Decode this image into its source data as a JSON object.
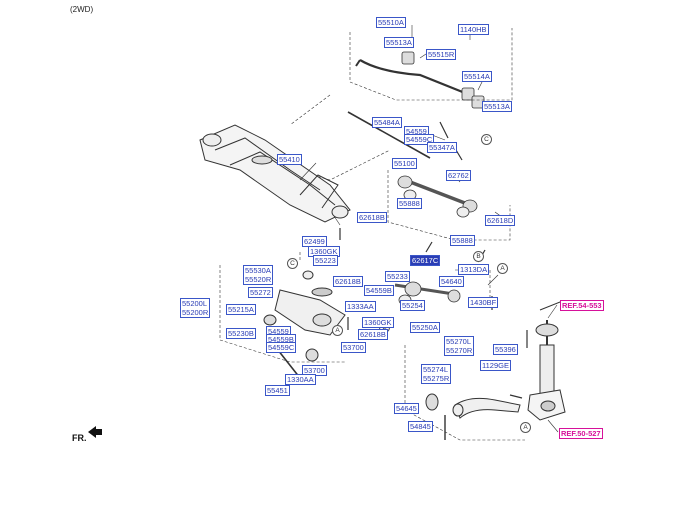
{
  "header": {
    "variant": "(2WD)"
  },
  "front_marker": {
    "label": "FR."
  },
  "references": {
    "ref_a": "REF.54-553",
    "ref_b": "REF.50-527"
  },
  "circle_marks": {
    "a": "A",
    "b": "B",
    "c": "C"
  },
  "parts": {
    "p55510A": "55510A",
    "p1140HB": "1140HB",
    "p55513A_1": "55513A",
    "p55515R": "55515R",
    "p55514A": "55514A",
    "p55513A_2": "55513A",
    "p55484A": "55484A",
    "p54559": "54559",
    "p54559C": "54559C",
    "p55347A": "55347A",
    "p55410": "55410",
    "p55100": "55100",
    "p62762": "62762",
    "p55888_1": "55888",
    "p62618B_1": "62618B",
    "p62618D": "62618D",
    "p55888_2": "55888",
    "p62499": "62499",
    "p1360GK_1": "1360GK",
    "p55223": "55223",
    "p62617C": "62617C",
    "p1313DA": "1313DA",
    "p55233": "55233",
    "p54640": "54640",
    "p62618B_2": "62618B",
    "p55530A": "55530A",
    "p55520R": "55520R",
    "p55272": "55272",
    "p54559B": "54559B",
    "p1430BF": "1430BF",
    "p55200L": "55200L",
    "p55200R": "55200R",
    "p55215A": "55215A",
    "p1333AA": "1333AA",
    "p55254": "55254",
    "p1360GK_2": "1360GK",
    "p55250A": "55250A",
    "p55230B": "55230B",
    "p54559_2": "54559",
    "p54559B_2": "54559B",
    "p54559C_2": "54559C",
    "p62618B_3": "62618B",
    "p53700_1": "53700",
    "p53700_2": "53700",
    "p1330AA": "1330AA",
    "p55451": "55451",
    "p55270L": "55270L",
    "p55270R": "55270R",
    "p55396": "55396",
    "p55274L": "55274L",
    "p55275R": "55275R",
    "p1129GE": "1129GE",
    "p54645": "54645",
    "p54845": "54845"
  },
  "colors": {
    "label_border": "#3a56c8",
    "label_text": "#2a3db5",
    "ref_color": "#d6119a",
    "line": "#333333"
  }
}
